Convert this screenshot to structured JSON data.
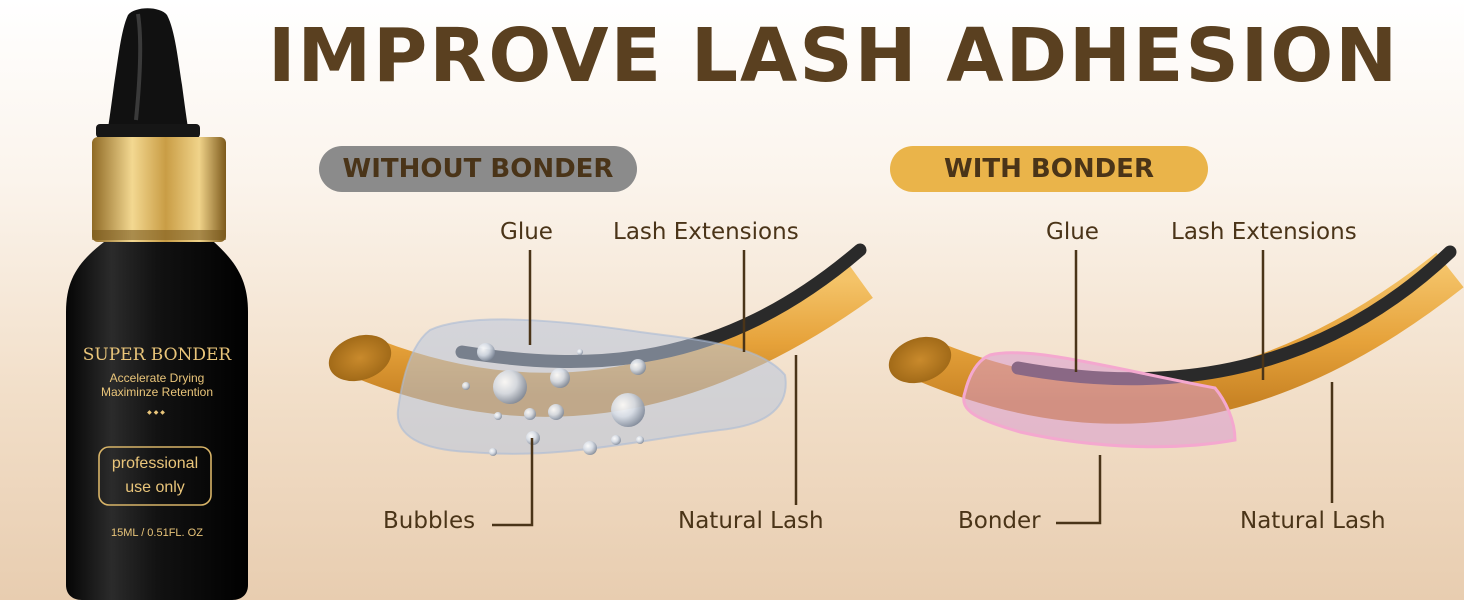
{
  "title": "IMPROVE LASH ADHESION",
  "badges": {
    "without": "WITHOUT BONDER",
    "with": "WITH BONDER"
  },
  "left_diagram": {
    "glue": "Glue",
    "extensions": "Lash Extensions",
    "bubbles": "Bubbles",
    "natural": "Natural Lash"
  },
  "right_diagram": {
    "glue": "Glue",
    "extensions": "Lash Extensions",
    "bonder": "Bonder",
    "natural": "Natural Lash"
  },
  "bottle": {
    "brand": "SUPER BONDER",
    "line1": "Accelerate Drying",
    "line2": "Maximinze Retention",
    "ornament": "◆◆◆",
    "badge_line1": "professional",
    "badge_line2": "use only",
    "volume": "15ML / 0.51FL. OZ"
  },
  "colors": {
    "title": "#5a4020",
    "without_badge": "#8b8b8b",
    "with_badge": "#eab44a",
    "natural_lash": "#e8a93c",
    "extension": "#2a2a2a",
    "glue_blob": "#b7c7de",
    "bonder_blob": "#e6a3c7",
    "gold_collar": "#c9a24a"
  }
}
